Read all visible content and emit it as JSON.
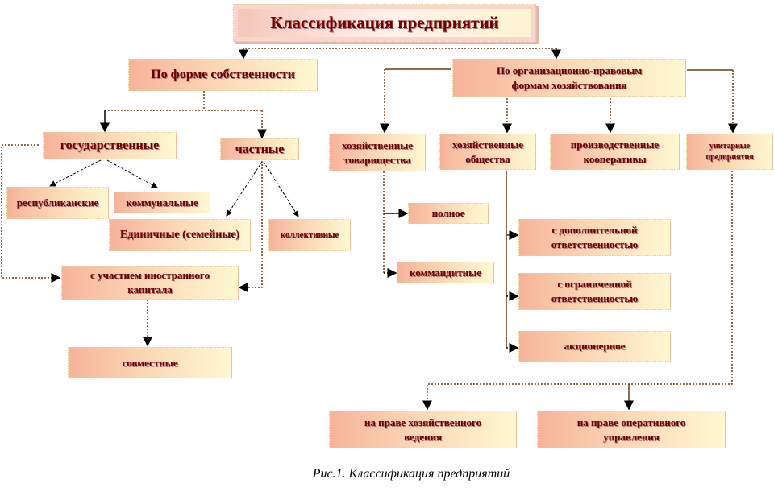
{
  "title": "Классификация предприятий",
  "ownership": {
    "header": "По форме собственности",
    "state": "государственные",
    "private": "частные",
    "republican": "республиканские",
    "communal": "коммунальные",
    "single": "Единичные (семейные)",
    "collective": "коллективные",
    "foreign": "с участием иностранного капитала",
    "joint": "совместные"
  },
  "legal": {
    "header": "По организационно-правовым формам хозяйствования",
    "partnerships": "хозяйственные товарищества",
    "companies": "хозяйственные общества",
    "cooperatives": "производственные кооперативы",
    "unitary": "унитарные предприятия",
    "full": "полное",
    "limited_partnership": "коммандитные",
    "additional_liability": "с дополнительной ответственностью",
    "limited_liability": "с ограниченной ответственностью",
    "joint_stock": "акционерное",
    "economic_management": "на праве хозяйственного ведения",
    "operational_management": "на праве оперативного управления"
  },
  "caption": "Рис.1. Классификация предприятий",
  "colors": {
    "line": "#6b3a10",
    "text": "#6a0000"
  }
}
